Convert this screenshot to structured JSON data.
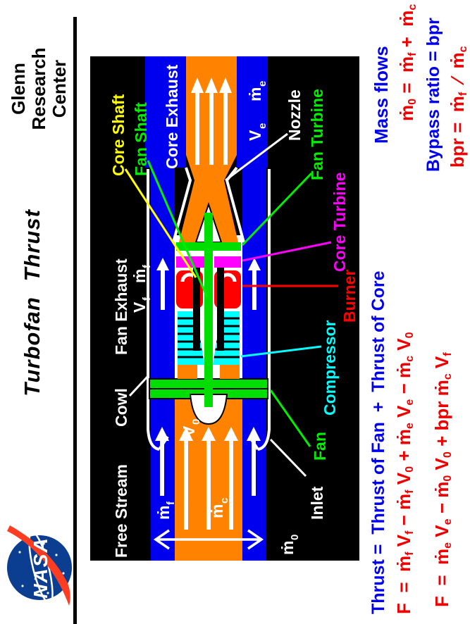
{
  "palette": {
    "slide_background": "#ffffff",
    "panel_background": "#000000",
    "duct_blue": "#0000ee",
    "flow_orange": "#ff8300",
    "part_green": "#00dd00",
    "label_green": "#00ee00",
    "compressor_cyan": "#00ffff",
    "burner_red": "#ff0000",
    "turbine_magenta": "#ff00ff",
    "shaft_yellow": "#ffff00",
    "text_blue": "#0000ee",
    "text_red": "#ee0000",
    "nasa_blue": "#0b3d91",
    "nasa_red": "#fc3d21"
  },
  "header": {
    "org_lines": [
      "Glenn",
      "Research",
      "Center"
    ],
    "title": "Turbofan Thrust",
    "logo_text": "NASA"
  },
  "panel_labels": {
    "free_stream": "Free Stream",
    "cowl": "Cowl",
    "fan_exhaust": "Fan Exhaust",
    "core_shaft": "Core Shaft",
    "fan_shaft": "Fan Shaft",
    "core_exhaust": "Core Exhaust",
    "nozzle": "Nozzle",
    "fan_turbine": "Fan Turbine",
    "core_turbine": "Core Turbine",
    "burner": "Burner",
    "compressor": "Compressor",
    "fan": "Fan",
    "inlet": "Inlet"
  },
  "flow_labels": {
    "mdot": "ṁ",
    "v": "V",
    "sub_f": "f",
    "sub_c": "c",
    "sub_e": "e",
    "sub_0": "0"
  },
  "equations": {
    "thrust_line": "Thrust =  Thrust of Fan  +  Thrust of Core",
    "thrust_fan_eq": [
      {
        "t": "F  =  ṁ"
      },
      {
        "s": "f"
      },
      {
        "t": " V"
      },
      {
        "s": "f"
      },
      {
        "t": " − ṁ"
      },
      {
        "s": "f"
      },
      {
        "t": " V"
      },
      {
        "s": "0"
      },
      {
        "t": " + ṁ"
      },
      {
        "s": "e"
      },
      {
        "t": " V"
      },
      {
        "s": "e"
      },
      {
        "t": " − ṁ"
      },
      {
        "s": "c"
      },
      {
        "t": " V"
      },
      {
        "s": "0"
      }
    ],
    "thrust_bpr_eq": [
      {
        "t": "F  =  ṁ"
      },
      {
        "s": "e"
      },
      {
        "t": " V"
      },
      {
        "s": "e"
      },
      {
        "t": " − ṁ"
      },
      {
        "s": "0"
      },
      {
        "t": " V"
      },
      {
        "s": "0"
      },
      {
        "t": " + bpr ṁ"
      },
      {
        "s": "c"
      },
      {
        "t": " V"
      },
      {
        "s": "f"
      }
    ],
    "mass_title": "Mass flows",
    "mass_eq": [
      {
        "t": "ṁ"
      },
      {
        "s": "0"
      },
      {
        "t": " =  ṁ"
      },
      {
        "s": "f"
      },
      {
        "t": " +  ṁ"
      },
      {
        "s": "c"
      }
    ],
    "bypass_title": "Bypass ratio = bpr",
    "bpr_eq": [
      {
        "t": "bpr =  ṁ"
      },
      {
        "s": "f"
      },
      {
        "t": "  ∕  ṁ"
      },
      {
        "s": "c"
      }
    ]
  }
}
